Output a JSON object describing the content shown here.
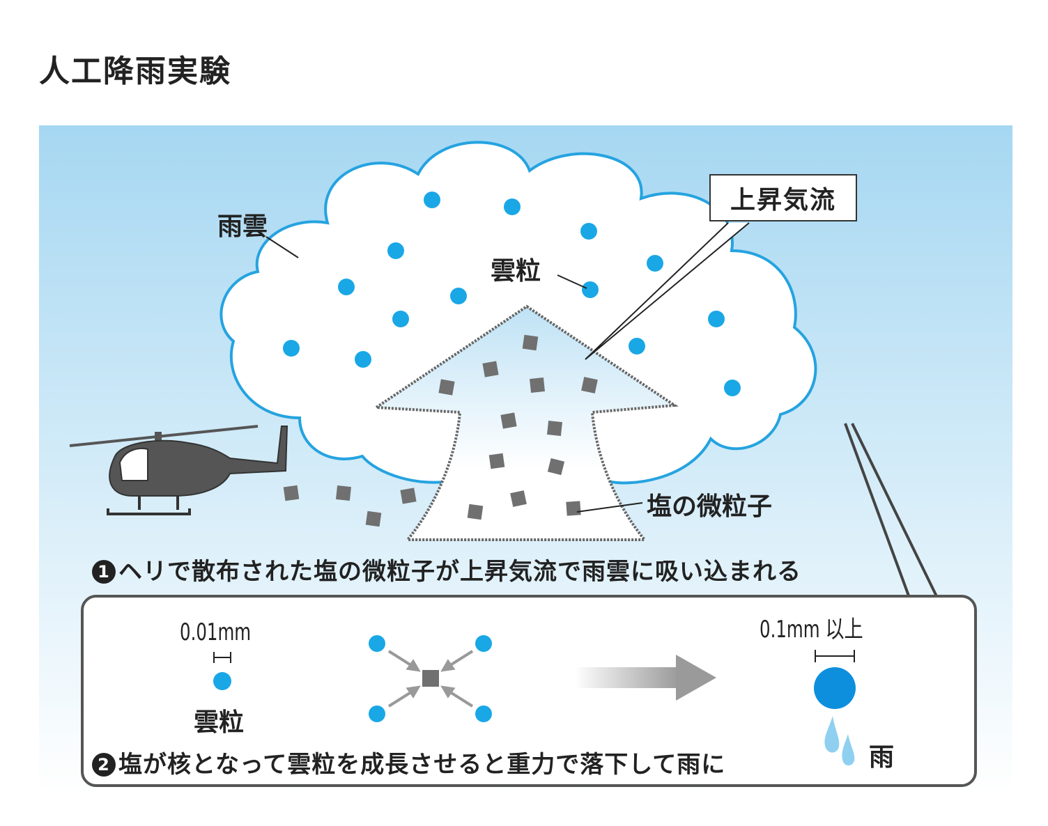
{
  "title": "人工降雨実験",
  "labels": {
    "rain_cloud": "雨雲",
    "cloud_particle": "雲粒",
    "updraft": "上昇気流",
    "salt_particles": "塩の微粒子"
  },
  "step1": {
    "number": "1",
    "text": "ヘリで散布された塩の微粒子が上昇気流で雨雲に吸い込まれる"
  },
  "step2": {
    "number": "2",
    "text": "塩が核となって雲粒を成長させると重力で落下して雨に"
  },
  "detail": {
    "particle_size": "0.01mm",
    "particle_label": "雲粒",
    "raindrop_size": "0.1mm 以上",
    "rain_label": "雨"
  },
  "colors": {
    "sky_top": "#a6d7f2",
    "cloud_outline": "#25a3e0",
    "droplet": "#1aa7e6",
    "raindrop": "#0d8fde",
    "salt": "#707070",
    "helicopter": "#555555"
  },
  "icons": [
    "helicopter-icon",
    "rain-drops-icon",
    "arrow-right-icon"
  ]
}
